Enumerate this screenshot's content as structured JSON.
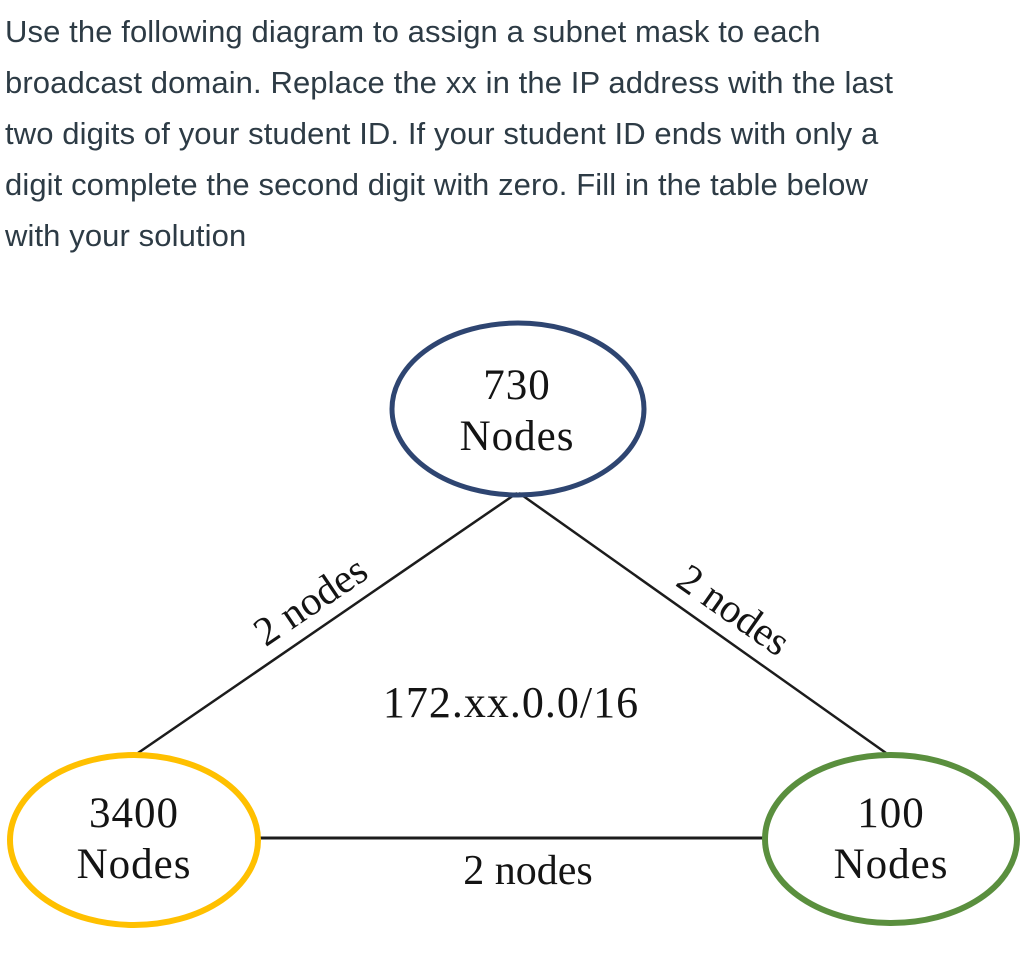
{
  "instructions": {
    "lines": [
      "Use the following diagram to assign a subnet mask to each",
      "broadcast domain. Replace the xx in the IP address with the last",
      "two digits of your student ID. If your student ID ends with only a",
      "digit complete the second digit with zero. Fill in the table below",
      "with your solution"
    ],
    "text_color": "#2D3B45"
  },
  "diagram": {
    "network_address": "172.xx.0.0/16",
    "nodes": [
      {
        "name": "top",
        "value": "730",
        "unit": "Nodes",
        "color": "#2E4571"
      },
      {
        "name": "bottom-left",
        "value": "3400",
        "unit": "Nodes",
        "color": "#FFC000"
      },
      {
        "name": "bottom-right",
        "value": "100",
        "unit": "Nodes",
        "color": "#5A8F3E"
      }
    ],
    "edges": [
      {
        "name": "top-to-bottom-left",
        "label": "2 nodes"
      },
      {
        "name": "top-to-bottom-right",
        "label": "2 nodes"
      },
      {
        "name": "bottom-left-to-bottom-right",
        "label": "2 nodes"
      }
    ],
    "edge_color": "#1C1C1C",
    "label_color": "#141414"
  }
}
